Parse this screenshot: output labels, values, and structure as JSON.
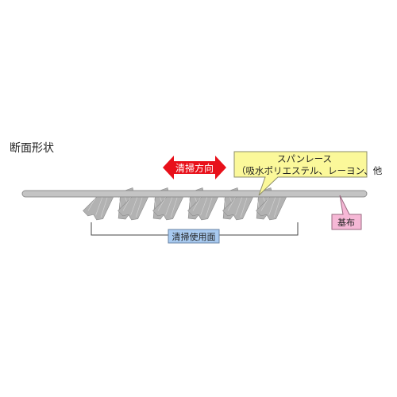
{
  "title": "断面形状",
  "cleaning_direction_label": "清掃方向",
  "spunlace_line1": "スパンレース",
  "spunlace_line2": "（吸水ポリエステル、レーヨン、他",
  "base_fabric_label": "基布",
  "cleaning_surface_label": "清掃使用面",
  "colors": {
    "arrow": "#e8101a",
    "callout": "#fbf89a",
    "base_fabric_box": "#f6b8d6",
    "cleaning_surface_box": "#a8caf0",
    "fabric_bar": "#c4c4c4",
    "fibers": "#b2b2b2"
  }
}
